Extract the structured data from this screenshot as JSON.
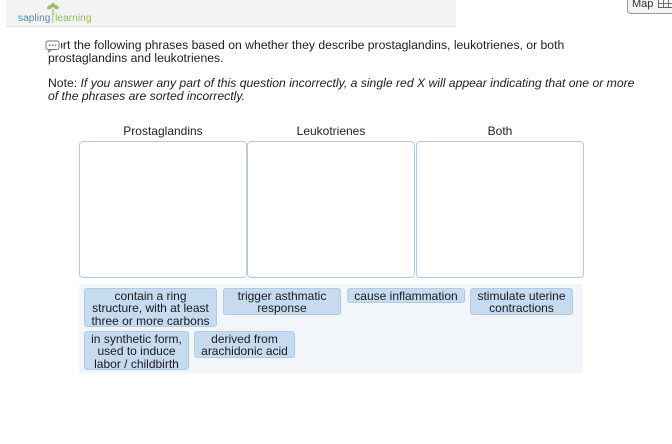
{
  "brand": {
    "logo_first": "sapling",
    "logo_separator": "|",
    "logo_second": "learning"
  },
  "toolbar": {
    "map_label": "Map"
  },
  "question": {
    "instruction": "Sort the following phrases based on whether they describe prostaglandins, leukotrienes, or both prostaglandins and leukotrienes.",
    "note_prefix": "Note: ",
    "note_body": "If you answer any part of this question incorrectly, a single red X will appear indicating that one or more of the phrases are sorted incorrectly."
  },
  "bins": [
    {
      "label": "Prostaglandins"
    },
    {
      "label": "Leukotrienes"
    },
    {
      "label": "Both"
    }
  ],
  "phrases": [
    {
      "text": "contain a ring structure, with at least three or more carbons"
    },
    {
      "text": "trigger asthmatic response"
    },
    {
      "text": "cause inflammation"
    },
    {
      "text": "stimulate uterine contractions"
    },
    {
      "text": "in synthetic form, used to induce labor / childbirth"
    },
    {
      "text": "derived from arachidonic acid"
    }
  ],
  "colors": {
    "chip_fill": "#c6dbf0",
    "bin_border": "#b3cbe0",
    "brand_blue": "#3f8fbf",
    "brand_green": "#8fb864"
  }
}
